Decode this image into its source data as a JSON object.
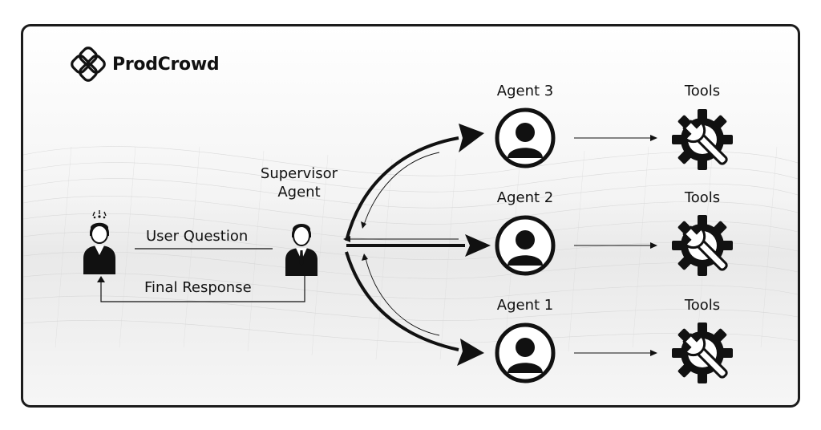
{
  "brand": {
    "name": "ProdCrowd",
    "logo_icon": "knot-logo-icon"
  },
  "diagram": {
    "user": {
      "icon": "user-person-icon"
    },
    "supervisor": {
      "title_line1": "Supervisor",
      "title_line2": "Agent",
      "icon": "supervisor-person-icon"
    },
    "edges": {
      "user_question": "User Question",
      "final_response": "Final Response"
    },
    "agents": [
      {
        "label": "Agent 3",
        "icon": "agent-avatar-icon"
      },
      {
        "label": "Agent 2",
        "icon": "agent-avatar-icon"
      },
      {
        "label": "Agent 1",
        "icon": "agent-avatar-icon"
      }
    ],
    "tools": [
      {
        "label": "Tools",
        "icon": "gear-wrench-icon"
      },
      {
        "label": "Tools",
        "icon": "gear-wrench-icon"
      },
      {
        "label": "Tools",
        "icon": "gear-wrench-icon"
      }
    ]
  },
  "colors": {
    "ink": "#111111",
    "frame": "#1c1c1c",
    "background": "#ffffff"
  }
}
